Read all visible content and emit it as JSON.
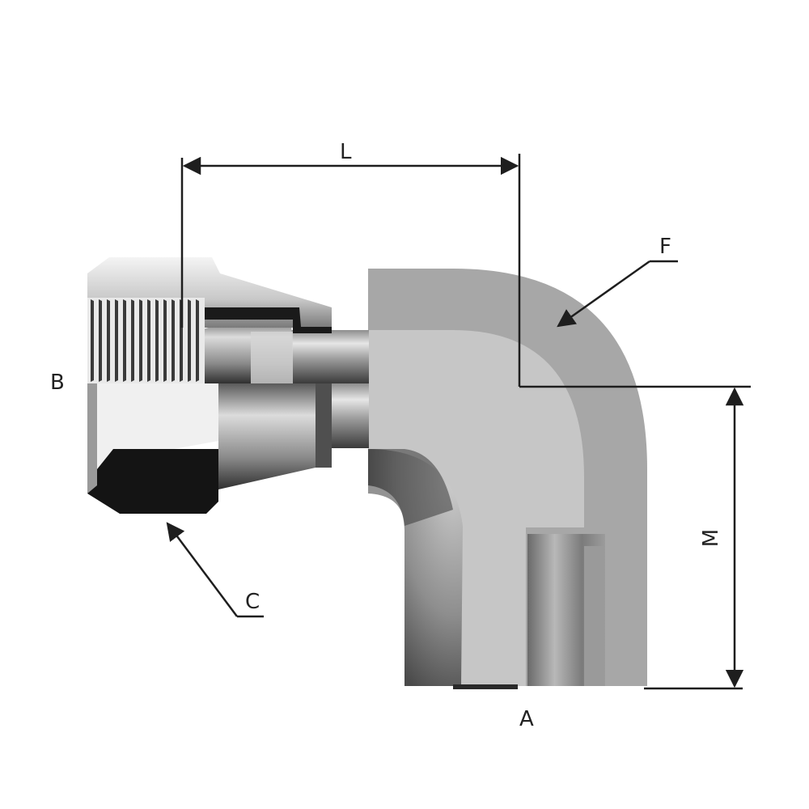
{
  "labels": {
    "L": "L",
    "F": "F",
    "B": "B",
    "C": "C",
    "A": "A",
    "M": "M"
  },
  "colors": {
    "line": "#1e1e1e",
    "body_light": "#c9c9c9",
    "body_mid": "#a9a9a9",
    "body_dark": "#6e6e6e",
    "nut_dark": "#141414"
  }
}
